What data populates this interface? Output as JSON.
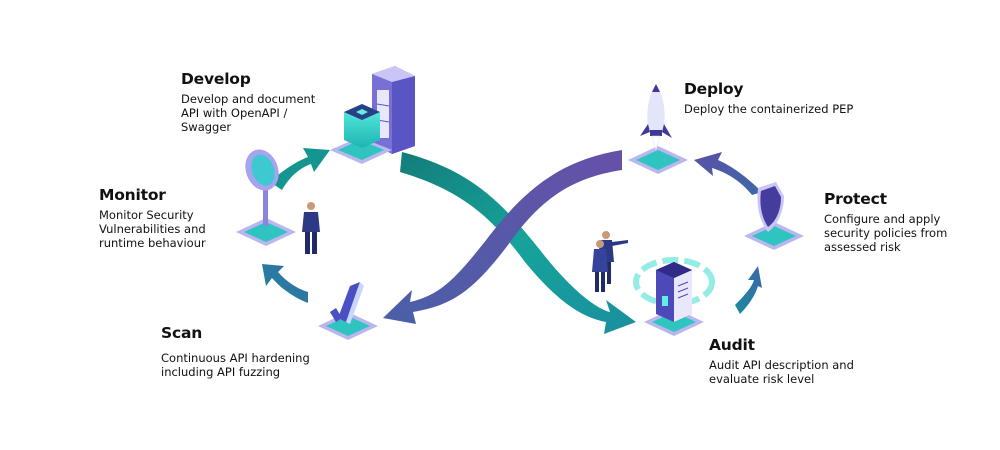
{
  "diagram": {
    "type": "infinity-lifecycle",
    "stages": {
      "develop": {
        "title": "Develop",
        "lines": [
          "Develop and document",
          "API with OpenAPI /",
          "Swagger"
        ],
        "icon": "server-rack-icon"
      },
      "monitor": {
        "title": "Monitor",
        "lines": [
          "Monitor Security",
          "Vulnerabilities and",
          "runtime behaviour"
        ],
        "icon": "magnifier-icon"
      },
      "scan": {
        "title": "Scan",
        "lines": [
          "Continuous API hardening",
          "including API fuzzing"
        ],
        "icon": "checkmark-icon"
      },
      "deploy": {
        "title": "Deploy",
        "lines": [
          "Deploy the containerized PEP"
        ],
        "icon": "rocket-icon"
      },
      "protect": {
        "title": "Protect",
        "lines": [
          "Configure and apply",
          "security policies from",
          "assessed risk"
        ],
        "icon": "shield-icon"
      },
      "audit": {
        "title": "Audit",
        "lines": [
          "Audit API description and",
          "evaluate risk level"
        ],
        "icon": "server-icon"
      }
    },
    "colors": {
      "teal": "#15a39a",
      "teal_dark": "#137c7a",
      "purple": "#5b4fa6",
      "indigo": "#3f3a9a",
      "platform_light": "#b9b6f0",
      "platform_cyan": "#2fc4c0",
      "text": "#111111"
    }
  }
}
